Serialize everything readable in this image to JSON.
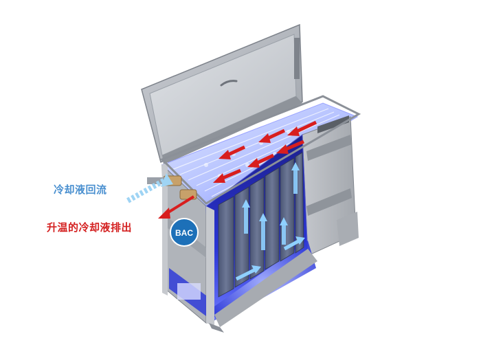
{
  "labels": {
    "coolant_return": "冷却液回流",
    "heated_coolant_outlet": "升温的冷却液排出"
  },
  "logo": {
    "text": "BAC"
  },
  "colors": {
    "return_text": "#4a90d0",
    "outlet_text": "#d42020",
    "flow_arrow_red": "#d81e1e",
    "flow_arrow_blue": "#8fd0ff",
    "glow_blue": "#3b48ff",
    "logo_blue": "#1d70b8"
  }
}
